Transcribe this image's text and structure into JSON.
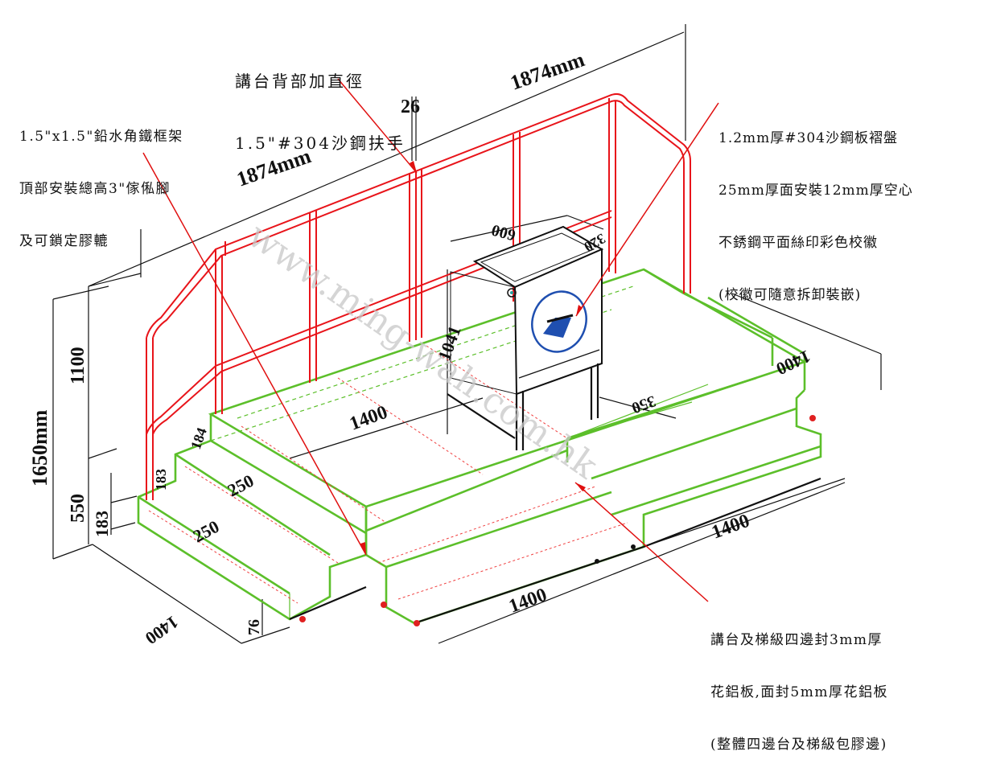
{
  "annotations": {
    "handrail": {
      "lines": [
        "講台背部加直徑",
        "1.5\"#304沙鋼扶手"
      ]
    },
    "frame": {
      "lines": [
        "1.5\"x1.5\"鉛水角鐵框架",
        "頂部安裝總高3\"傢俬腳",
        "及可鎖定膠轆"
      ]
    },
    "lectern": {
      "lines": [
        "1.2mm厚#304沙鋼板褶盤",
        "25mm厚面安裝12mm厚空心",
        "不銹鋼平面絲印彩色校徽",
        "(校徽可隨意拆卸裝嵌)"
      ]
    },
    "edges": {
      "lines": [
        "講台及梯級四邊封3mm厚",
        "花鋁板,面封5mm厚花鋁板",
        "(整體四邊台及梯級包膠邊)"
      ]
    }
  },
  "dimensions": {
    "rail_length_left": "1874mm",
    "rail_length_back": "1874mm",
    "rail_offset": "26",
    "total_height": "1650mm",
    "rail_height": "1100",
    "platform_height": "550",
    "step_rise_1": "183",
    "step_rise_2": "183",
    "step_rise_3": "184",
    "tread_1": "250",
    "tread_2": "250",
    "platform_width": "1400",
    "lectern_width": "600",
    "lectern_depth": "320",
    "lectern_height": "1041",
    "lectern_setback": "350",
    "right_depth": "1400",
    "front_depth_left": "1400",
    "front_width_bottom": "1400",
    "front_width_right": "1400",
    "base_height": "76"
  },
  "watermark": "www.ming-wah.com.hk",
  "colors": {
    "handrail": "#e8141a",
    "platform_edge": "#5cbf2a",
    "logo": "#1f4fb0",
    "text": "#111111",
    "watermark": "#c8c8c8"
  }
}
